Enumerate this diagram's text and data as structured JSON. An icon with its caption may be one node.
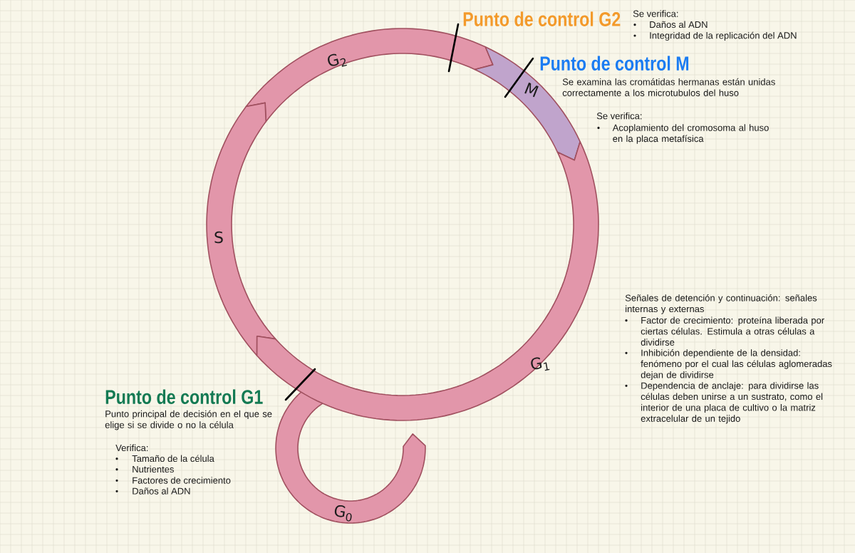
{
  "diagram": {
    "nodes": [
      {
        "text": [
          "G$_{2}$"
        ]
      },
      {
        "text": [
          "M"
        ]
      },
      {
        "text": [
          "S"
        ]
      },
      {
        "text": [
          "G$_{1}$"
        ]
      },
      {
        "text": [
          "G$_{0}$"
        ]
      }
    ],
    "labels": [
      "Punto de control G2",
      "Se verifica:",
      "Daños al ADN",
      "Integridad de la replicación del ADN",
      "Punto de control M",
      "Se examina las cromátidas hermanas están unidas correctamente a los microtubulos del huso",
      "Se verifica:",
      "Acoplamiento del cromosoma al huso en la placa metafísica",
      "Señales de detención y continuación: señales internas y externas",
      "Factor de crecimiento: proteína liberada por ciertas células. Estimula a otras células a dividirse",
      "Inhibición dependiente de la densidad: fenómeno por el cual las células aglomeradas dejan de dividirse",
      "Dependencia de anclaje: para dividirse las células deben unirse a un sustrato, como el interior de una placa de cultivo o la matriz extracelular de un tejido",
      "Punto de control G1",
      "Punto principal de decisión en el que se elige si se divide o no la célula",
      "Verifica:",
      "Tamaño de la célula",
      "Nutrientes",
      "Factores de crecimiento",
      "Daños al ADN"
    ]
  }
}
